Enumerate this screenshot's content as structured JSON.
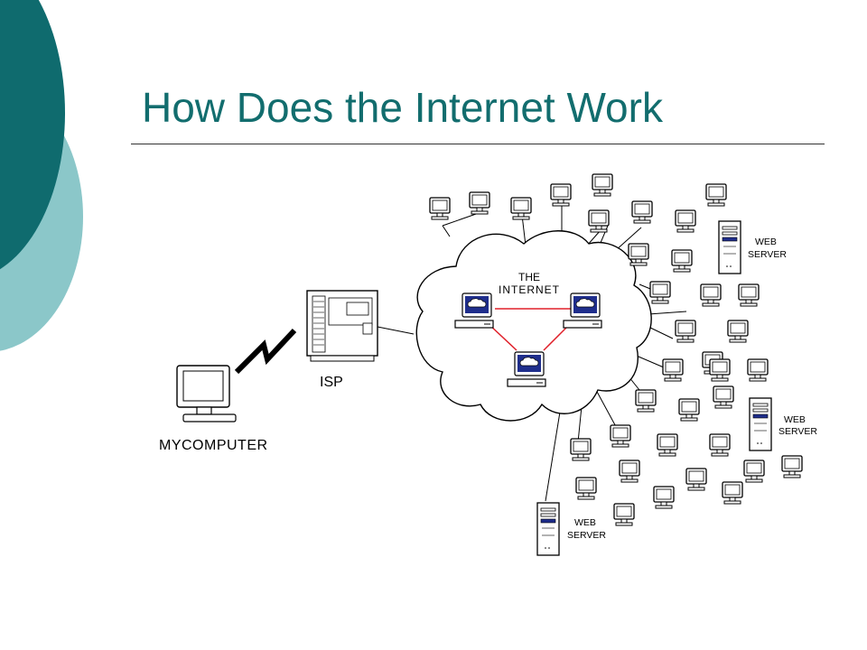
{
  "title": "How Does the Internet Work",
  "labels": {
    "internet": [
      "THE",
      "INTERNET"
    ],
    "isp": "ISP",
    "my_computer": "MYCOMPUTER",
    "web_server": [
      "WEB",
      "SERVER"
    ]
  },
  "colors": {
    "title": "#126d6e",
    "decor_dark": "#0f6b6e",
    "decor_light": "#8bc7c9",
    "internal_links": "#e0202a",
    "screen_blue": "#1f2e8c"
  }
}
